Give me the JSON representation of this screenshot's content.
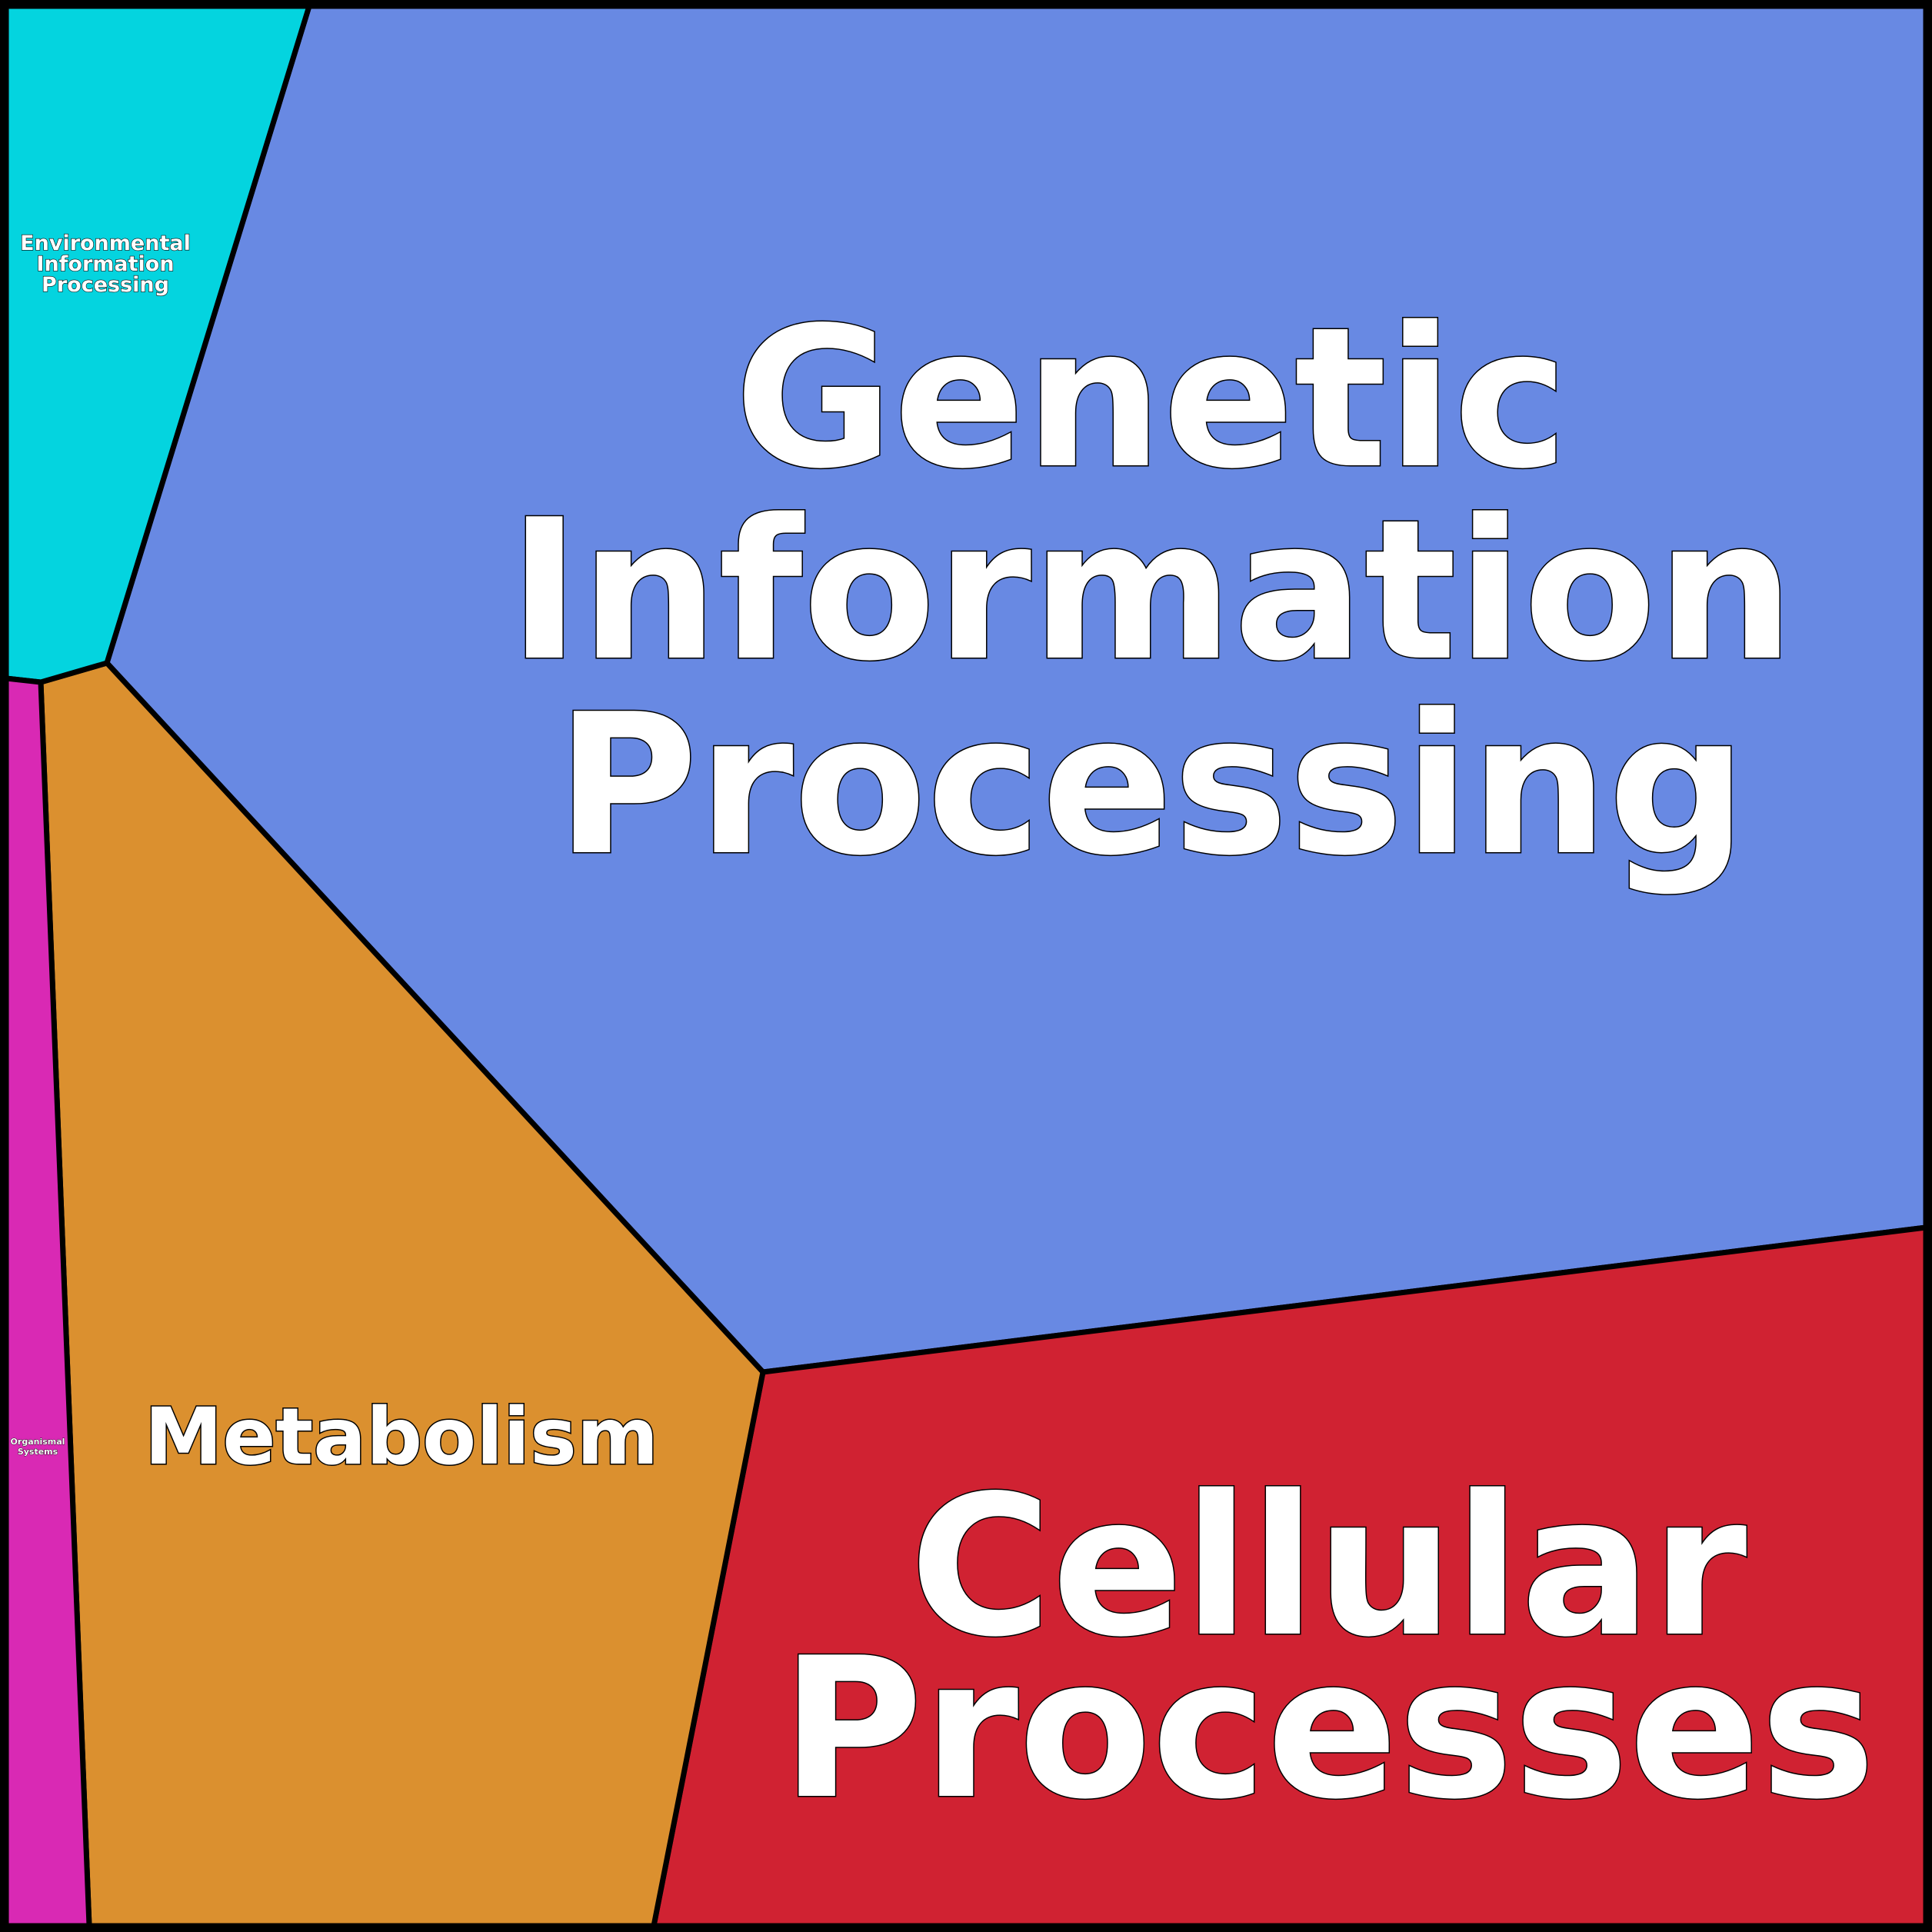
{
  "diagram": {
    "type": "voronoi-treemap",
    "categories": [
      {
        "id": "genetic-information-processing",
        "name_lines": [
          "Genetic",
          "Information",
          "Processing"
        ],
        "color": "#6889E3"
      },
      {
        "id": "cellular-processes",
        "name_lines": [
          "Cellular",
          "Processes"
        ],
        "color": "#D02232"
      },
      {
        "id": "metabolism",
        "name_lines": [
          "Metabolism"
        ],
        "color": "#DB902F"
      },
      {
        "id": "environmental-information-processing",
        "name_lines": [
          "Environmental",
          "Information",
          "Processing"
        ],
        "color": "#04D4DF"
      },
      {
        "id": "organismal-systems",
        "name_lines": [
          "Organismal",
          "Systems"
        ],
        "color": "#D929B4"
      }
    ]
  }
}
